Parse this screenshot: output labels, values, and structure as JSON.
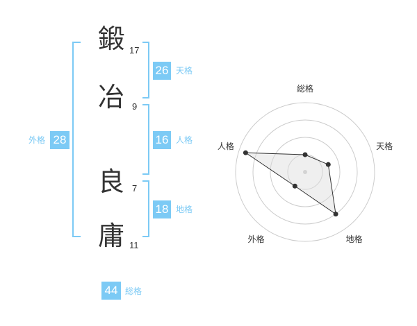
{
  "name_chars": [
    {
      "char": "鍛",
      "strokes": "17"
    },
    {
      "char": "冶",
      "strokes": "9"
    },
    {
      "char": "良",
      "strokes": "7"
    },
    {
      "char": "庸",
      "strokes": "11"
    }
  ],
  "kaku": {
    "tenkaku": {
      "value": "26",
      "label": "天格"
    },
    "jinkaku": {
      "value": "16",
      "label": "人格"
    },
    "chikaku": {
      "value": "18",
      "label": "地格"
    },
    "gaikaku": {
      "value": "28",
      "label": "外格"
    },
    "soukaku": {
      "value": "44",
      "label": "総格"
    }
  },
  "colors": {
    "accent": "#7ccaf5",
    "text": "#333333",
    "grid": "#cccccc",
    "area": "#eeeeee"
  },
  "chart_data": {
    "type": "radar",
    "axes": [
      "総格",
      "天格",
      "地格",
      "外格",
      "人格"
    ],
    "values": [
      0.25,
      0.35,
      0.75,
      0.25,
      0.9
    ],
    "rings": 4,
    "range": [
      0,
      1
    ]
  }
}
